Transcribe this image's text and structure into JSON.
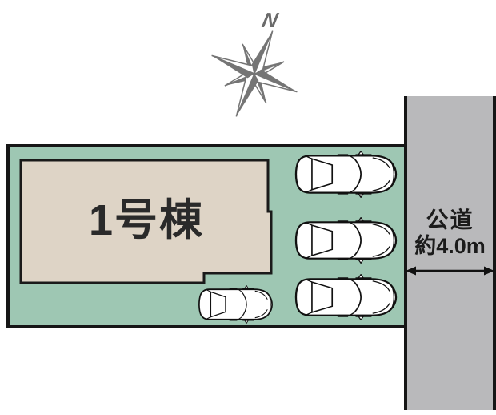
{
  "site": {
    "compass": {
      "north_label": "N",
      "color": "#757575"
    },
    "lot": {
      "fill_color": "#9ec7b3",
      "outline_color": "#161616"
    },
    "building": {
      "label": "1号棟",
      "fill_color": "#ded4c6",
      "outline_color": "#1a1a1a"
    },
    "road": {
      "name": "公道",
      "width_label": "約4.0m",
      "fill_color": "#b9b9bb"
    },
    "parking": {
      "car_count": 4,
      "car_fill": "#ffffff",
      "car_outline": "#111111"
    }
  }
}
